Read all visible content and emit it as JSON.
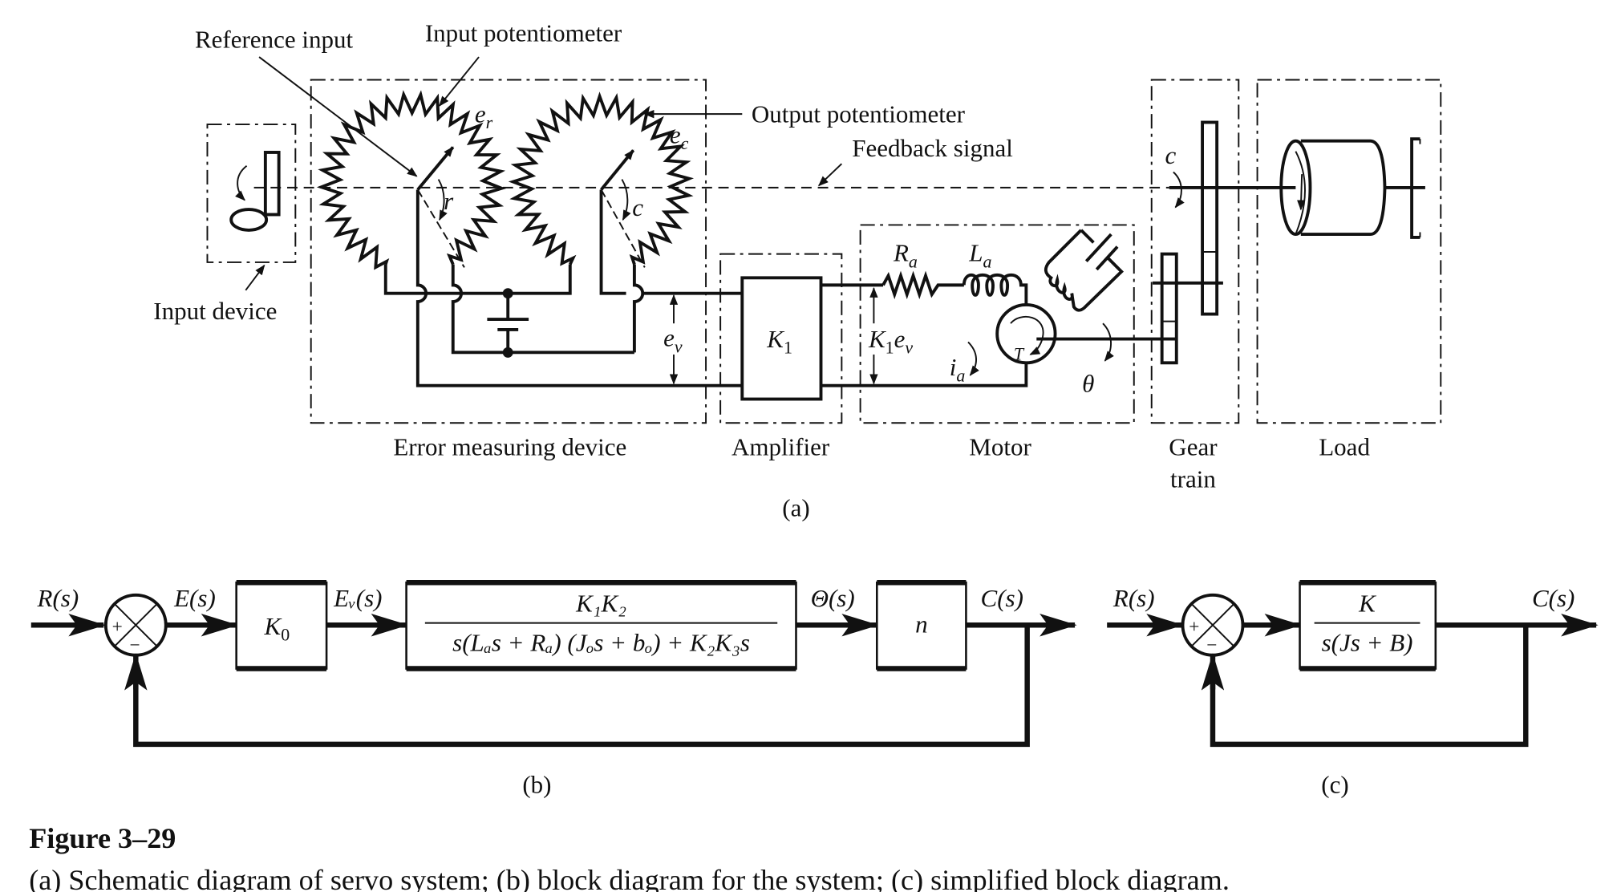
{
  "schematic": {
    "labels": {
      "reference_input": "Reference input",
      "input_potentiometer": "Input potentiometer",
      "output_potentiometer": "Output potentiometer",
      "feedback_signal": "Feedback signal",
      "input_device": "Input device",
      "error_measuring_device": "Error measuring device",
      "amplifier": "Amplifier",
      "motor": "Motor",
      "gear": "Gear",
      "train": "train",
      "load": "Load",
      "panel": "(a)"
    },
    "symbols": {
      "er": {
        "base": "e",
        "sub": "r"
      },
      "ec": {
        "base": "e",
        "sub": "c"
      },
      "r": "r",
      "c_pot": "c",
      "ev": {
        "base": "e",
        "sub": "v"
      },
      "k1": {
        "base": "K",
        "sub": "1"
      },
      "k1ev": {
        "base": "K",
        "sub": "1",
        "base2": "e",
        "sub2": "v"
      },
      "ra": {
        "base": "R",
        "sub": "a"
      },
      "la": {
        "base": "L",
        "sub": "a"
      },
      "ia": {
        "base": "i",
        "sub": "a"
      },
      "torque": "T",
      "theta": "θ",
      "c_gear": "c"
    }
  },
  "block_b": {
    "input": "R(s)",
    "error": "E(s)",
    "k0": {
      "base": "K",
      "sub": "0"
    },
    "ev": "Eᵥ(s)",
    "numerator": "K₁K₂",
    "denominator": "s(Lₐs + Rₐ) (Jₒs + bₒ) + K₂K₃s",
    "theta": "Θ(s)",
    "n": "n",
    "output": "C(s)",
    "plus": "+",
    "minus": "−",
    "panel": "(b)"
  },
  "block_c": {
    "input": "R(s)",
    "numerator": "K",
    "denominator": "s(Js + B)",
    "output": "C(s)",
    "plus": "+",
    "minus": "−",
    "panel": "(c)"
  },
  "caption": {
    "title": "Figure 3–29",
    "text": "(a) Schematic diagram of servo system; (b) block diagram for the system; (c) simplified block diagram."
  }
}
